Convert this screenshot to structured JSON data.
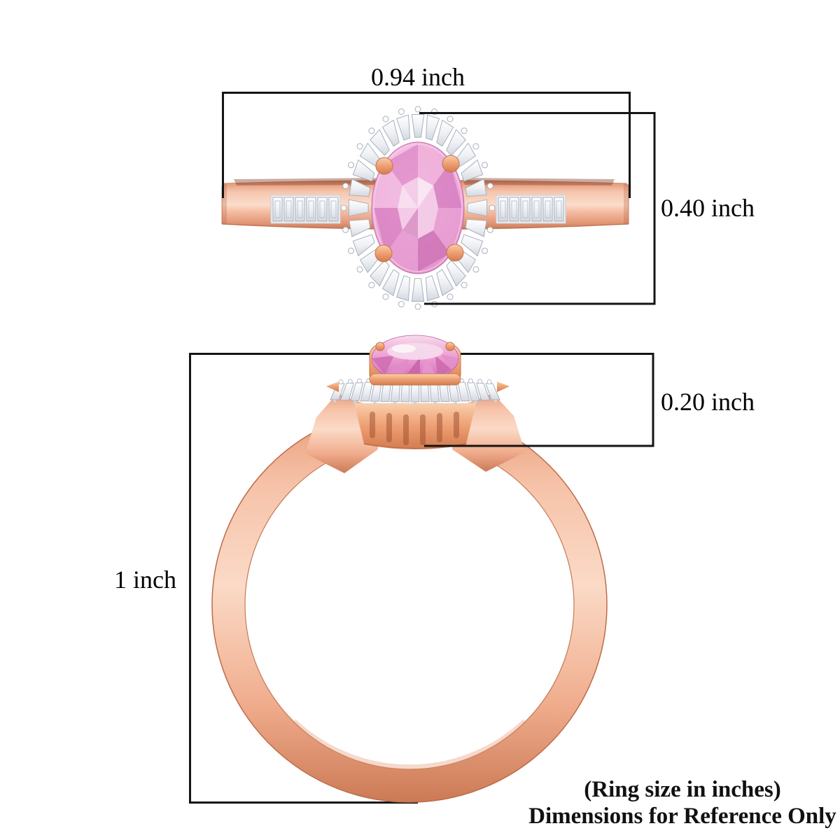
{
  "measurements": {
    "top_width": "0.94 inch",
    "head_height": "0.40 inch",
    "side_profile": "0.20 inch",
    "overall_height": "1 inch"
  },
  "footer": {
    "line1": "(Ring size in inches)",
    "line2": "Dimensions for Reference Only"
  },
  "colors": {
    "background": "#ffffff",
    "dimension_line": "#141414",
    "rose_gold_light": "#fbdcca",
    "rose_gold_mid": "#eda98b",
    "rose_gold_dark": "#c97a56",
    "stone_pink_light": "#f4cfe9",
    "stone_pink_mid": "#eba3d4",
    "stone_pink_deep": "#cc6db2",
    "diamond_white": "#f2f3f6",
    "diamond_edge": "#a9b0bc"
  }
}
